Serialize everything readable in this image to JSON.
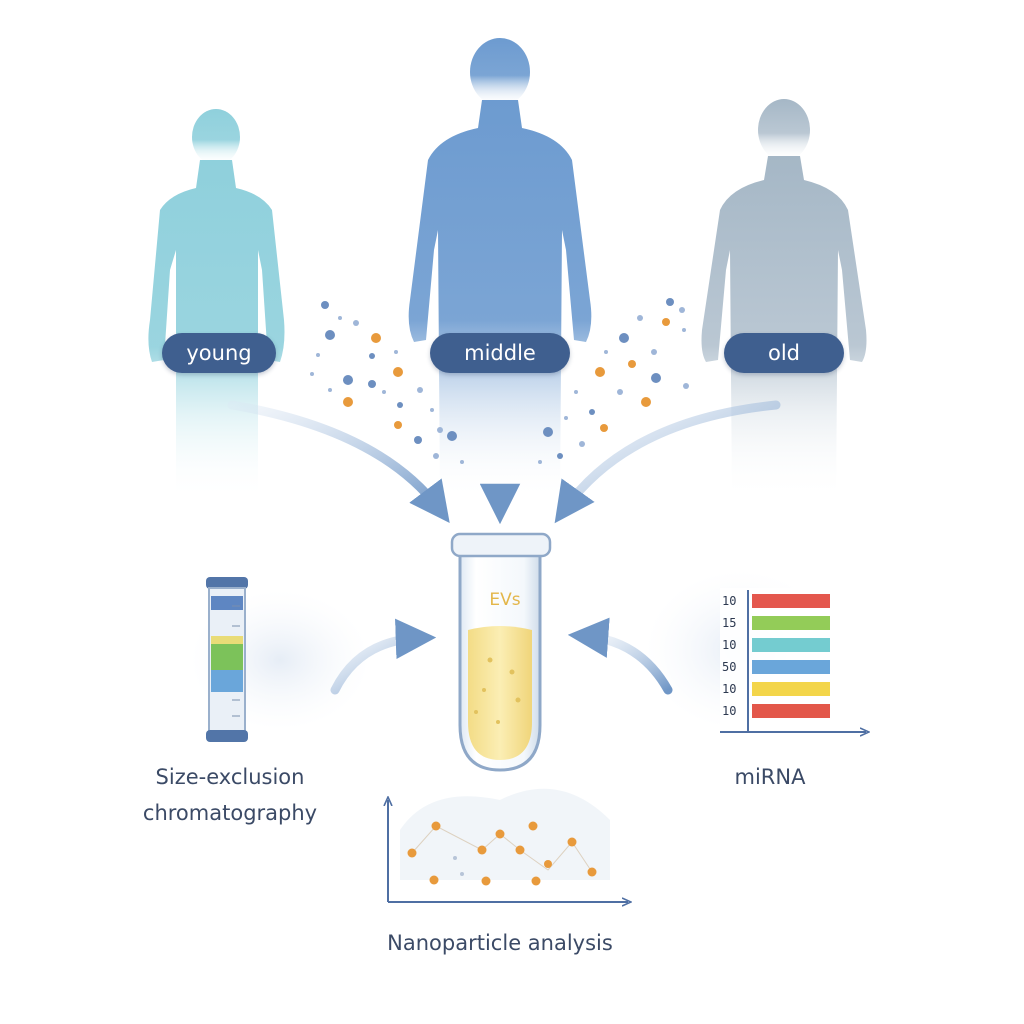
{
  "groups": [
    {
      "label": "young",
      "color": "#8fd0dc"
    },
    {
      "label": "middle",
      "color": "#6d9bd0"
    },
    {
      "label": "old",
      "color": "#a5b7c6"
    }
  ],
  "tube": {
    "label": "EVs",
    "liquid_color": "#f7e39a"
  },
  "methods": {
    "sec": {
      "line1": "Size-exclusion",
      "line2": "chromatography"
    },
    "mirna": {
      "label": "miRNA",
      "ticks": [
        "10",
        "15",
        "10",
        "50",
        "10",
        "10"
      ],
      "band_colors": [
        "#e4574d",
        "#93cc58",
        "#74ccd0",
        "#6aa6da",
        "#f3d54a",
        "#e3574a"
      ]
    },
    "nta": {
      "label": "Nanoparticle analysis"
    }
  },
  "colors": {
    "arrow": "#7ea2cc",
    "pill": "#3f5f8f",
    "text": "#3b4a66",
    "particle_blue": "#6d8fc0",
    "particle_orange": "#e89a3c"
  }
}
